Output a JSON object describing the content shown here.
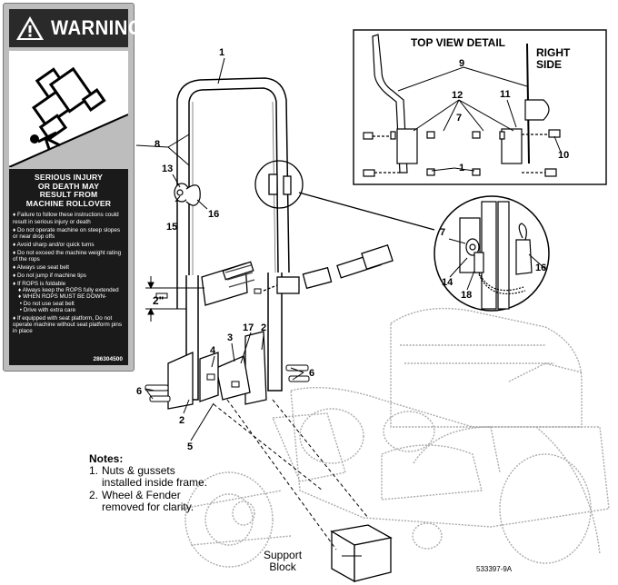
{
  "warning_decal": {
    "title": "WARNING",
    "headline": [
      "SERIOUS INJURY",
      "OR DEATH MAY",
      "RESULT FROM",
      "MACHINE ROLLOVER"
    ],
    "items": [
      "Failure to follow these instructions could result in serious injury or death",
      "Do not operate machine on steep slopes or near drop offs",
      "Avoid sharp and/or quick turns",
      "Do not exceed the machine weight rating of the rops",
      "Always use seat belt",
      "Do not jump if machine tips",
      "If ROPS is foldable",
      "Always keep the ROPS fully extended",
      "WHEN ROPS MUST BE DOWN-",
      "Do not use seat belt",
      "Drive with extra care",
      "If equipped with seat platform, Do not operate machine without seat platform pins in place"
    ],
    "part_number": "286304500"
  },
  "top_view": {
    "title": "TOP VIEW DETAIL",
    "side_label": "RIGHT SIDE",
    "callouts": [
      "9",
      "12",
      "11",
      "7",
      "10",
      "1"
    ]
  },
  "callouts": {
    "c1": "1",
    "c8": "8",
    "c13": "13",
    "c15": "15",
    "c16": "16",
    "c2a": "2",
    "c2b": "2",
    "c3": "3",
    "c4": "4",
    "c5": "5",
    "c6a": "6",
    "c6b": "6",
    "c17": "17",
    "zoom_7": "7",
    "zoom_14": "14",
    "zoom_18": "18",
    "zoom_16": "16"
  },
  "dimension": "2\"",
  "notes": {
    "heading": "Notes:",
    "items": [
      {
        "num": "1.",
        "lines": [
          "Nuts & gussets",
          "installed inside frame."
        ]
      },
      {
        "num": "2.",
        "lines": [
          "Wheel & Fender",
          "removed for clarity."
        ]
      }
    ]
  },
  "support_block": [
    "Support",
    "Block"
  ],
  "figure_id": "533397-9A"
}
